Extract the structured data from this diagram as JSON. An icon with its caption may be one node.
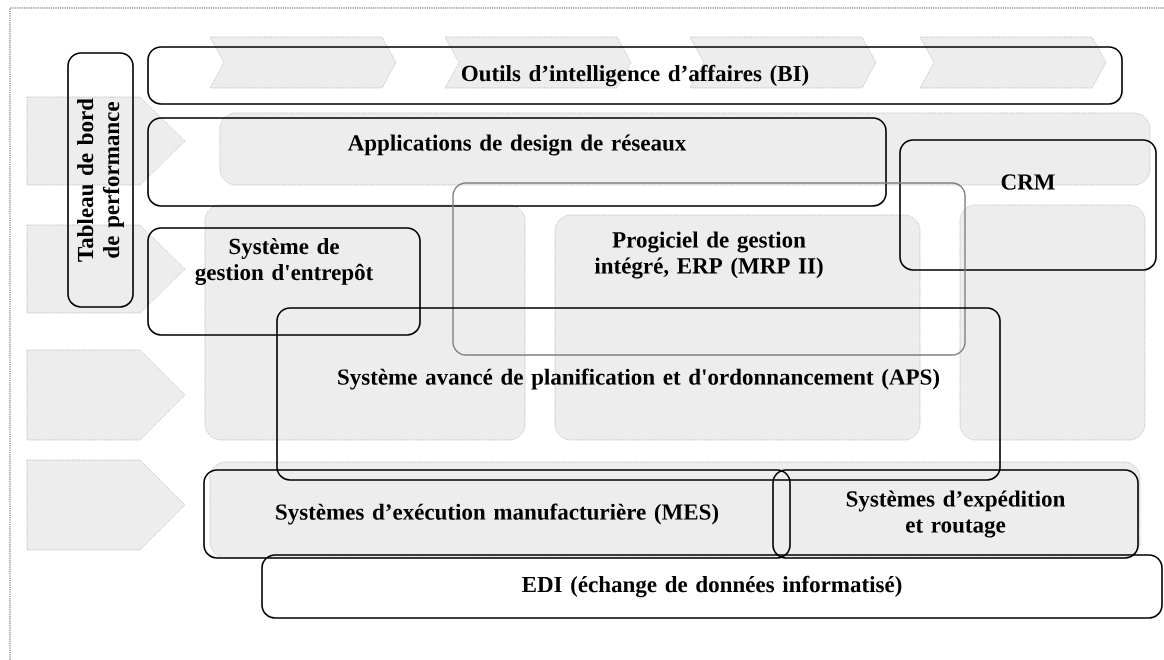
{
  "diagram": {
    "nodes": [
      {
        "text": [
          "Tableau de bord de performance"
        ]
      },
      {
        "text": [
          "Outils d’intelligence d’affaires (BI)"
        ]
      },
      {
        "text": [
          "Applications de design de réseaux"
        ]
      },
      {
        "text": [
          "CRM"
        ]
      },
      {
        "text": [
          "Progiciel de gestion intégré, ERP (MRP II)"
        ]
      },
      {
        "text": [
          "Système de gestion d'entrepôt"
        ]
      },
      {
        "text": [
          "Système avancé de planification et d'ordonnancement (APS)"
        ]
      },
      {
        "text": [
          "Systèmes d’exécution manufacturière (MES)"
        ]
      },
      {
        "text": [
          "Systèmes d’expédition et routage"
        ]
      },
      {
        "text": [
          "EDI (échange de données informatisé)"
        ]
      }
    ]
  }
}
